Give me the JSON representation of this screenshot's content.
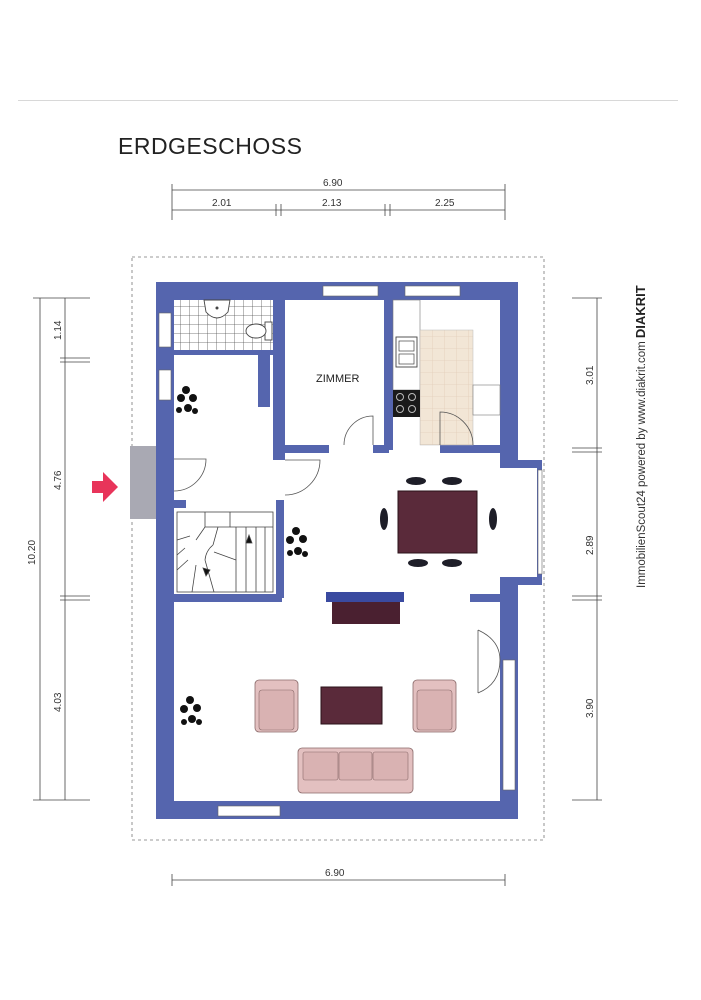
{
  "title": "ERDGESCHOSS",
  "watermark": {
    "text": "ImmobilienScout24 powered by www.diakrit.com ",
    "brand": "DIAKRIT"
  },
  "rooms": {
    "zimmer": "ZIMMER"
  },
  "dimensions": {
    "top_total": "6.90",
    "top_segments": [
      "2.01",
      "2.13",
      "2.25"
    ],
    "bottom_total": "6.90",
    "left_total": "10.20",
    "left_segments": [
      "1.14",
      "4.76",
      "4.03"
    ],
    "right_segments": [
      "3.01",
      "2.89",
      "3.90"
    ]
  },
  "colors": {
    "wall": "#5565ae",
    "floor": "#ffffff",
    "entrance_arrow": "#e8345a",
    "table": "#5a2a3a",
    "sofa": "#e3c0c0",
    "tv_bench": "#4a2030",
    "tv": "#3a4aa0",
    "kitchen_tile": "#f2e6d6"
  },
  "icons": [
    "entrance-arrow-icon",
    "plant-icon",
    "sink-icon",
    "toilet-icon",
    "stove-icon",
    "stairs-icon"
  ]
}
